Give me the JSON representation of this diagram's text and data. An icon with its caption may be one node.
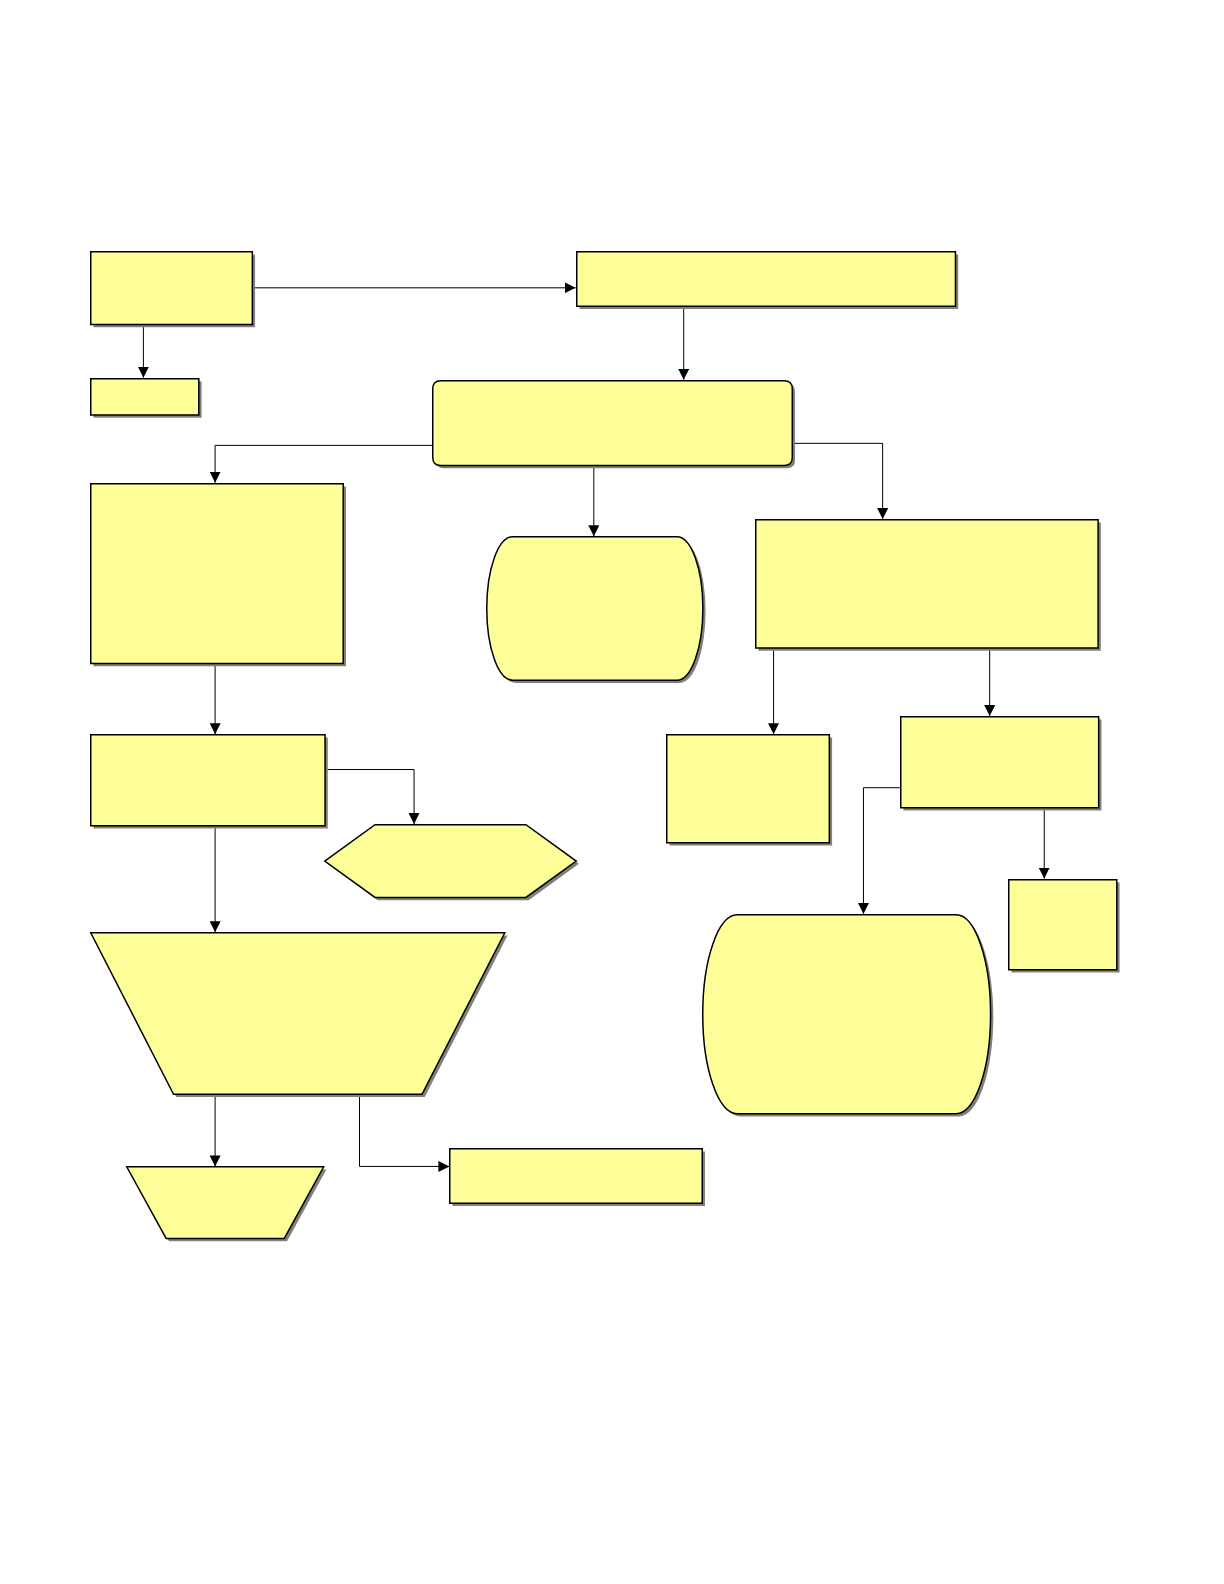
{
  "diagram": {
    "nodes": [
      {
        "text": [],
        "shape": "box"
      },
      {
        "text": [],
        "shape": "box"
      },
      {
        "text": [],
        "shape": "box"
      },
      {
        "text": [],
        "shape": "box"
      },
      {
        "text": [],
        "shape": "box"
      },
      {
        "text": [],
        "shape": "capsule"
      },
      {
        "text": [],
        "shape": "box"
      },
      {
        "text": [],
        "shape": "box"
      },
      {
        "text": [],
        "shape": "hexagon"
      },
      {
        "text": [],
        "shape": "box"
      },
      {
        "text": [],
        "shape": "box"
      },
      {
        "text": [],
        "shape": "trapezoid"
      },
      {
        "text": [],
        "shape": "capsule"
      },
      {
        "text": [],
        "shape": "box"
      },
      {
        "text": [],
        "shape": "trapezoid"
      },
      {
        "text": [],
        "shape": "box"
      }
    ],
    "edges": [
      {
        "from": 0,
        "to": 1,
        "arrow": "to"
      },
      {
        "from": 0,
        "to": 2,
        "arrow": "to"
      },
      {
        "from": 1,
        "to": 3,
        "arrow": "to"
      },
      {
        "from": 3,
        "to": 4,
        "arrow": "to"
      },
      {
        "from": 3,
        "to": 5,
        "arrow": "to"
      },
      {
        "from": 3,
        "to": 6,
        "arrow": "to"
      },
      {
        "from": 4,
        "to": 7,
        "arrow": "to"
      },
      {
        "from": 7,
        "to": 8,
        "arrow": "to"
      },
      {
        "from": 7,
        "to": 11,
        "arrow": "to"
      },
      {
        "from": 6,
        "to": 9,
        "arrow": "to"
      },
      {
        "from": 6,
        "to": 10,
        "arrow": "to"
      },
      {
        "from": 10,
        "to": 12,
        "arrow": "to"
      },
      {
        "from": 10,
        "to": 13,
        "arrow": "to"
      },
      {
        "from": 11,
        "to": 14,
        "arrow": "to"
      },
      {
        "from": 11,
        "to": 15,
        "arrow": "to"
      }
    ]
  }
}
